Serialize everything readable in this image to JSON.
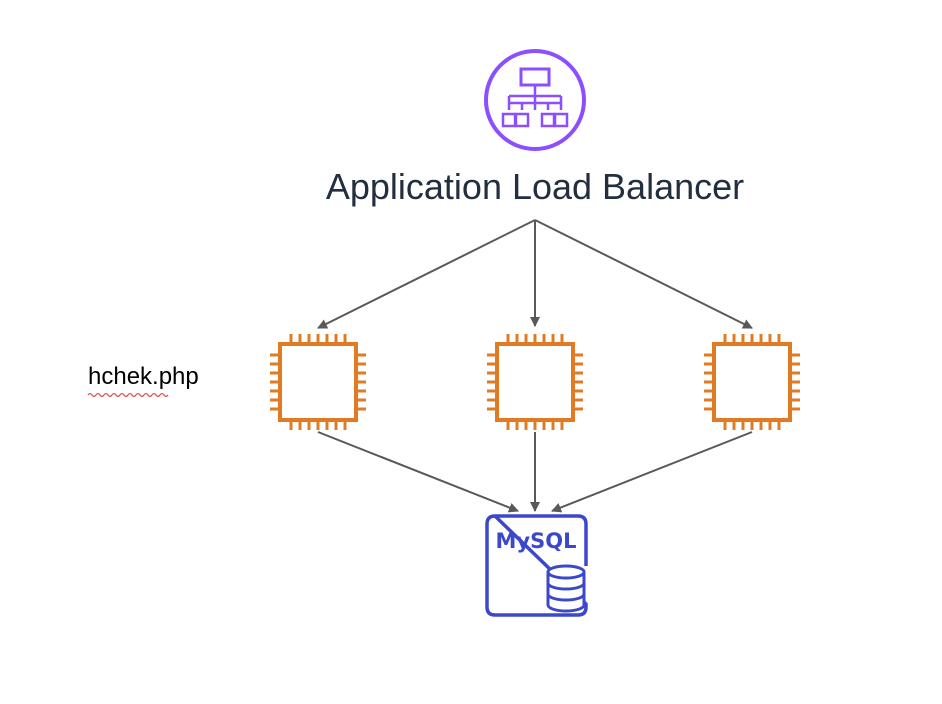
{
  "title": "Application Load Balancer",
  "side_label": "hchek.php",
  "db_label": "MySQL",
  "colors": {
    "alb": "#8c4fff",
    "ec2": "#e07b24",
    "db": "#3b48cc",
    "arrow": "#595959",
    "spellcheck": "#d9534f"
  },
  "nodes": {
    "load_balancer": {
      "icon": "application-load-balancer-icon"
    },
    "instances": [
      {
        "icon": "ec2-chip-icon"
      },
      {
        "icon": "ec2-chip-icon"
      },
      {
        "icon": "ec2-chip-icon"
      }
    ],
    "database": {
      "icon": "mysql-database-icon"
    }
  }
}
